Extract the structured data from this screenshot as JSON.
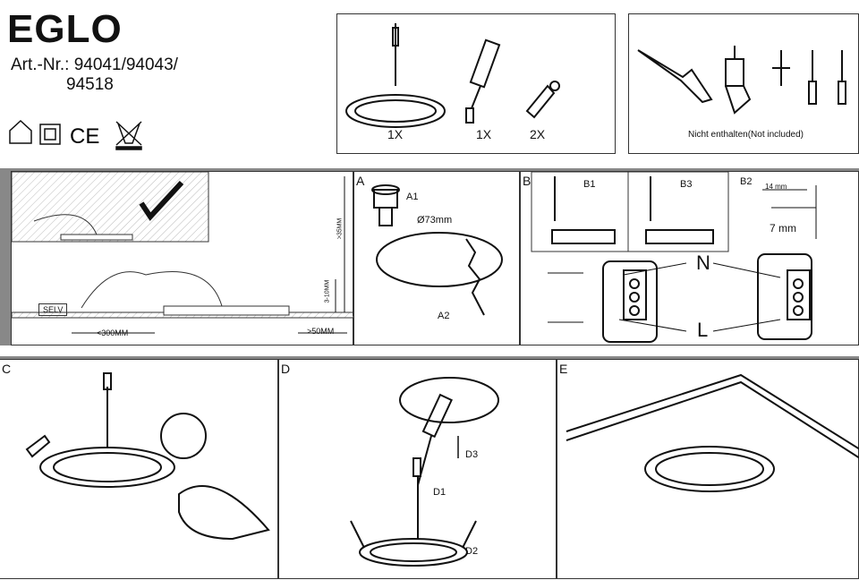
{
  "header": {
    "brand": "EGLO",
    "article_label": "Art.-Nr.:",
    "article_numbers_line1": "94041/94043/",
    "article_numbers_line2": "94518"
  },
  "symbols": [
    "house-icon",
    "class-ii-icon",
    "ce-mark",
    "weee-bin-icon"
  ],
  "included": {
    "qty_light": "1X",
    "qty_driver": "1X",
    "qty_clip": "2X"
  },
  "not_included": {
    "text": "Nicht enthalten(Not included)"
  },
  "section_install": {
    "selv": "SELV",
    "dist1": "<300MM",
    "dist2": ">50MM",
    "height1": ">35MM",
    "height2": "3-10MM"
  },
  "section_a": {
    "letter": "A",
    "a1": "A1",
    "a2": "A2",
    "diameter": "Ø73mm"
  },
  "section_b": {
    "letter": "B",
    "b1": "B1",
    "b2": "B2",
    "b3": "B3",
    "strip14": "14 mm",
    "strip7": "7 mm",
    "n": "N",
    "l": "L"
  },
  "section_c": {
    "letter": "C"
  },
  "section_d": {
    "letter": "D",
    "d1": "D1",
    "d2": "D2",
    "d3": "D3"
  },
  "section_e": {
    "letter": "E"
  }
}
